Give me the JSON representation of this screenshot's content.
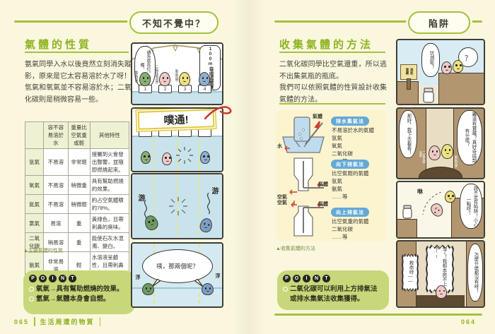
{
  "spread": {
    "left": {
      "tab": "不知不覺中？",
      "section_title": "氣體的性質",
      "paragraphs": [
        "氨氣同學入水以後竟然立刻消失蹤影，原來是它太容易溶於水了呀！",
        "氫氣和氧氣並不容易溶於水；二氧化碳則是稍微容易一些。"
      ],
      "table": {
        "col_headers": [
          "",
          "容不容易溶於水",
          "重量比空氣重或輕",
          "其他特性"
        ],
        "rows": [
          {
            "name": "氫氣",
            "solubility": "不易溶",
            "weight": "非常輕",
            "traits": "接觸到火會發出聲響，並隨即燃燒起來。"
          },
          {
            "name": "氧氣",
            "solubility": "不易溶",
            "weight": "稍微重",
            "traits": "具有幫助燃燒的效果。"
          },
          {
            "name": "氮氣",
            "solubility": "不易溶",
            "weight": "稍微輕",
            "traits": "約占空氣體積的78%。"
          },
          {
            "name": "氯氣",
            "solubility": "易溶",
            "weight": "重",
            "traits": "黃綠色，且帶刺鼻的臭味。"
          },
          {
            "name": "二氧化碳",
            "solubility": "稍易溶",
            "weight": "重",
            "traits": "能使石灰水混濁、變白。"
          },
          {
            "name": "氨氣",
            "solubility": "非常易溶",
            "weight": "輕",
            "traits": "水溶液呈鹼性，且帶刺鼻的臭味。"
          }
        ],
        "caption": "▲主要氣體的性質"
      },
      "point": {
        "letters": [
          "P",
          "O",
          "I",
          "N",
          "T"
        ],
        "items": [
          "氧氣→具有幫助燃燒的效果。",
          "氫氣→氣體本身會自燃。"
        ]
      },
      "footer": {
        "page_number": "065",
        "book_title": "生活周遭的物質"
      },
      "comic": {
        "p1_bubble": "請各就各位。預、備。",
        "p1_banner": "100m自由式競賽",
        "p1_racers": [
          {
            "num": "1",
            "label": "氨氣同學"
          },
          {
            "num": "2",
            "label": "二氧化碳同學"
          },
          {
            "num": "3",
            "label": "氧氣同學"
          },
          {
            "num": "4",
            "label": "氫氣同學"
          }
        ],
        "p2_sfx": "噗通!",
        "p3_sfx_left": "游",
        "p3_sfx_right": "游",
        "p4_bubble": "咦，那兩個呢？",
        "p4_sfx_left": "浮",
        "p4_sfx_right": "浮"
      }
    },
    "right": {
      "tab": "陷阱",
      "section_title": "收集氣體的方法",
      "paragraphs": [
        "二氧化碳同學比空氣還重，所以逃不出集氣瓶的瓶底。",
        "我們可以依照氣體的性質設計收集氣體的方法。"
      ],
      "diagram": {
        "methods": [
          {
            "name": "排水集氣法",
            "desc": "不易溶於水的氣體",
            "gases": [
              "氫氣",
              "氧氣",
              "二氧化碳",
              "……等"
            ],
            "labels": {
              "gas": "氣體",
              "water": "水"
            }
          },
          {
            "name": "向下排氣法",
            "desc": "比空氣輕的氣體",
            "gases": [
              "氫氣",
              "氨氣",
              "……等"
            ],
            "labels": {
              "air": "空氣",
              "gas": "氣體"
            }
          },
          {
            "name": "向上排氣法",
            "desc": "比空氣重的氣體",
            "gases": [
              "二氧化碳",
              "……等"
            ],
            "labels": {
              "air": "空氣",
              "gas": "氣體"
            }
          }
        ],
        "caption": "▲收集氣體的方法"
      },
      "point": {
        "letters": [
          "P",
          "O",
          "I",
          "N",
          "T"
        ],
        "items": [
          "二氧化碳可以利用上方排氣法或排水集氣法收集獲得。"
        ]
      },
      "footer": {
        "page_number": "064"
      },
      "comic": {
        "p1_bubble1": "坑洞耶？",
        "p1_bubble2": "？",
        "p1_sign": "洞底寶藏",
        "p2_bubble_right": "難道有寶藏？真好奇底部有什麼？",
        "p2_bubble_left": "那好，我下去看看！",
        "p2_label_pink": "二氧化碳同學",
        "p2_label_yellow": "氧氣同學",
        "p3_bubble": "說不定有陷阱！小心一點呀！",
        "p3_sfx": "咻",
        "p4_bubble_right": "怎麼什麼都沒有呀！",
        "p4_bubble_center": "糟了！我根本爬不上去!!",
        "p4_bubble_left": "救命呀——"
      }
    }
  }
}
